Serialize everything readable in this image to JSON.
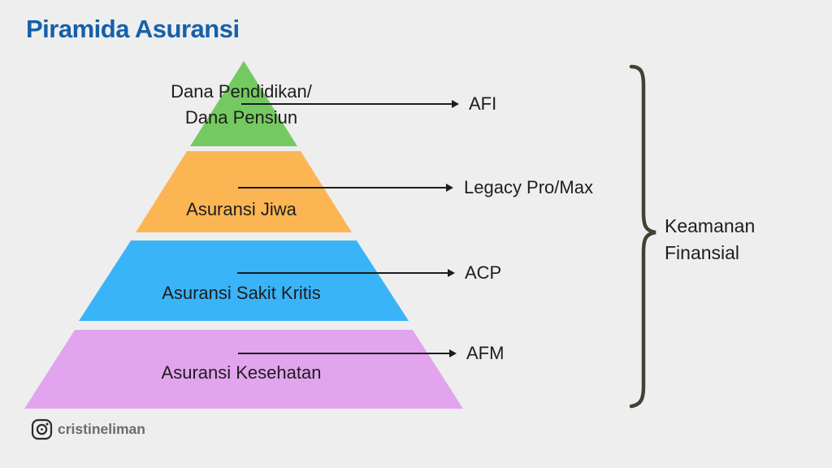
{
  "background": "#EEEEEE",
  "title": {
    "text": "Piramida Asuransi",
    "color": "#1560A9"
  },
  "pyramid": {
    "levels": [
      {
        "label_lines": [
          "Dana Pendidikan/",
          "Dana Pensiun"
        ],
        "color": "#74CA61",
        "product": "AFI"
      },
      {
        "label_lines": [
          "Asuransi Jiwa"
        ],
        "color": "#FBB653",
        "product": "Legacy Pro/Max"
      },
      {
        "label_lines": [
          "Asuransi Sakit Kritis"
        ],
        "color": "#3AB4F8",
        "product": "ACP"
      },
      {
        "label_lines": [
          "Asuransi Kesehatan"
        ],
        "color": "#E2A4EE",
        "product": "AFM"
      }
    ]
  },
  "brace": {
    "label_lines": [
      "Keamanan",
      "Finansial"
    ],
    "color": "#3E4434"
  },
  "footer": {
    "handle": "cristineliman",
    "icon": "instagram-icon"
  },
  "arrow_color": "#1C1C1C",
  "text_color": "#1D1D1D"
}
